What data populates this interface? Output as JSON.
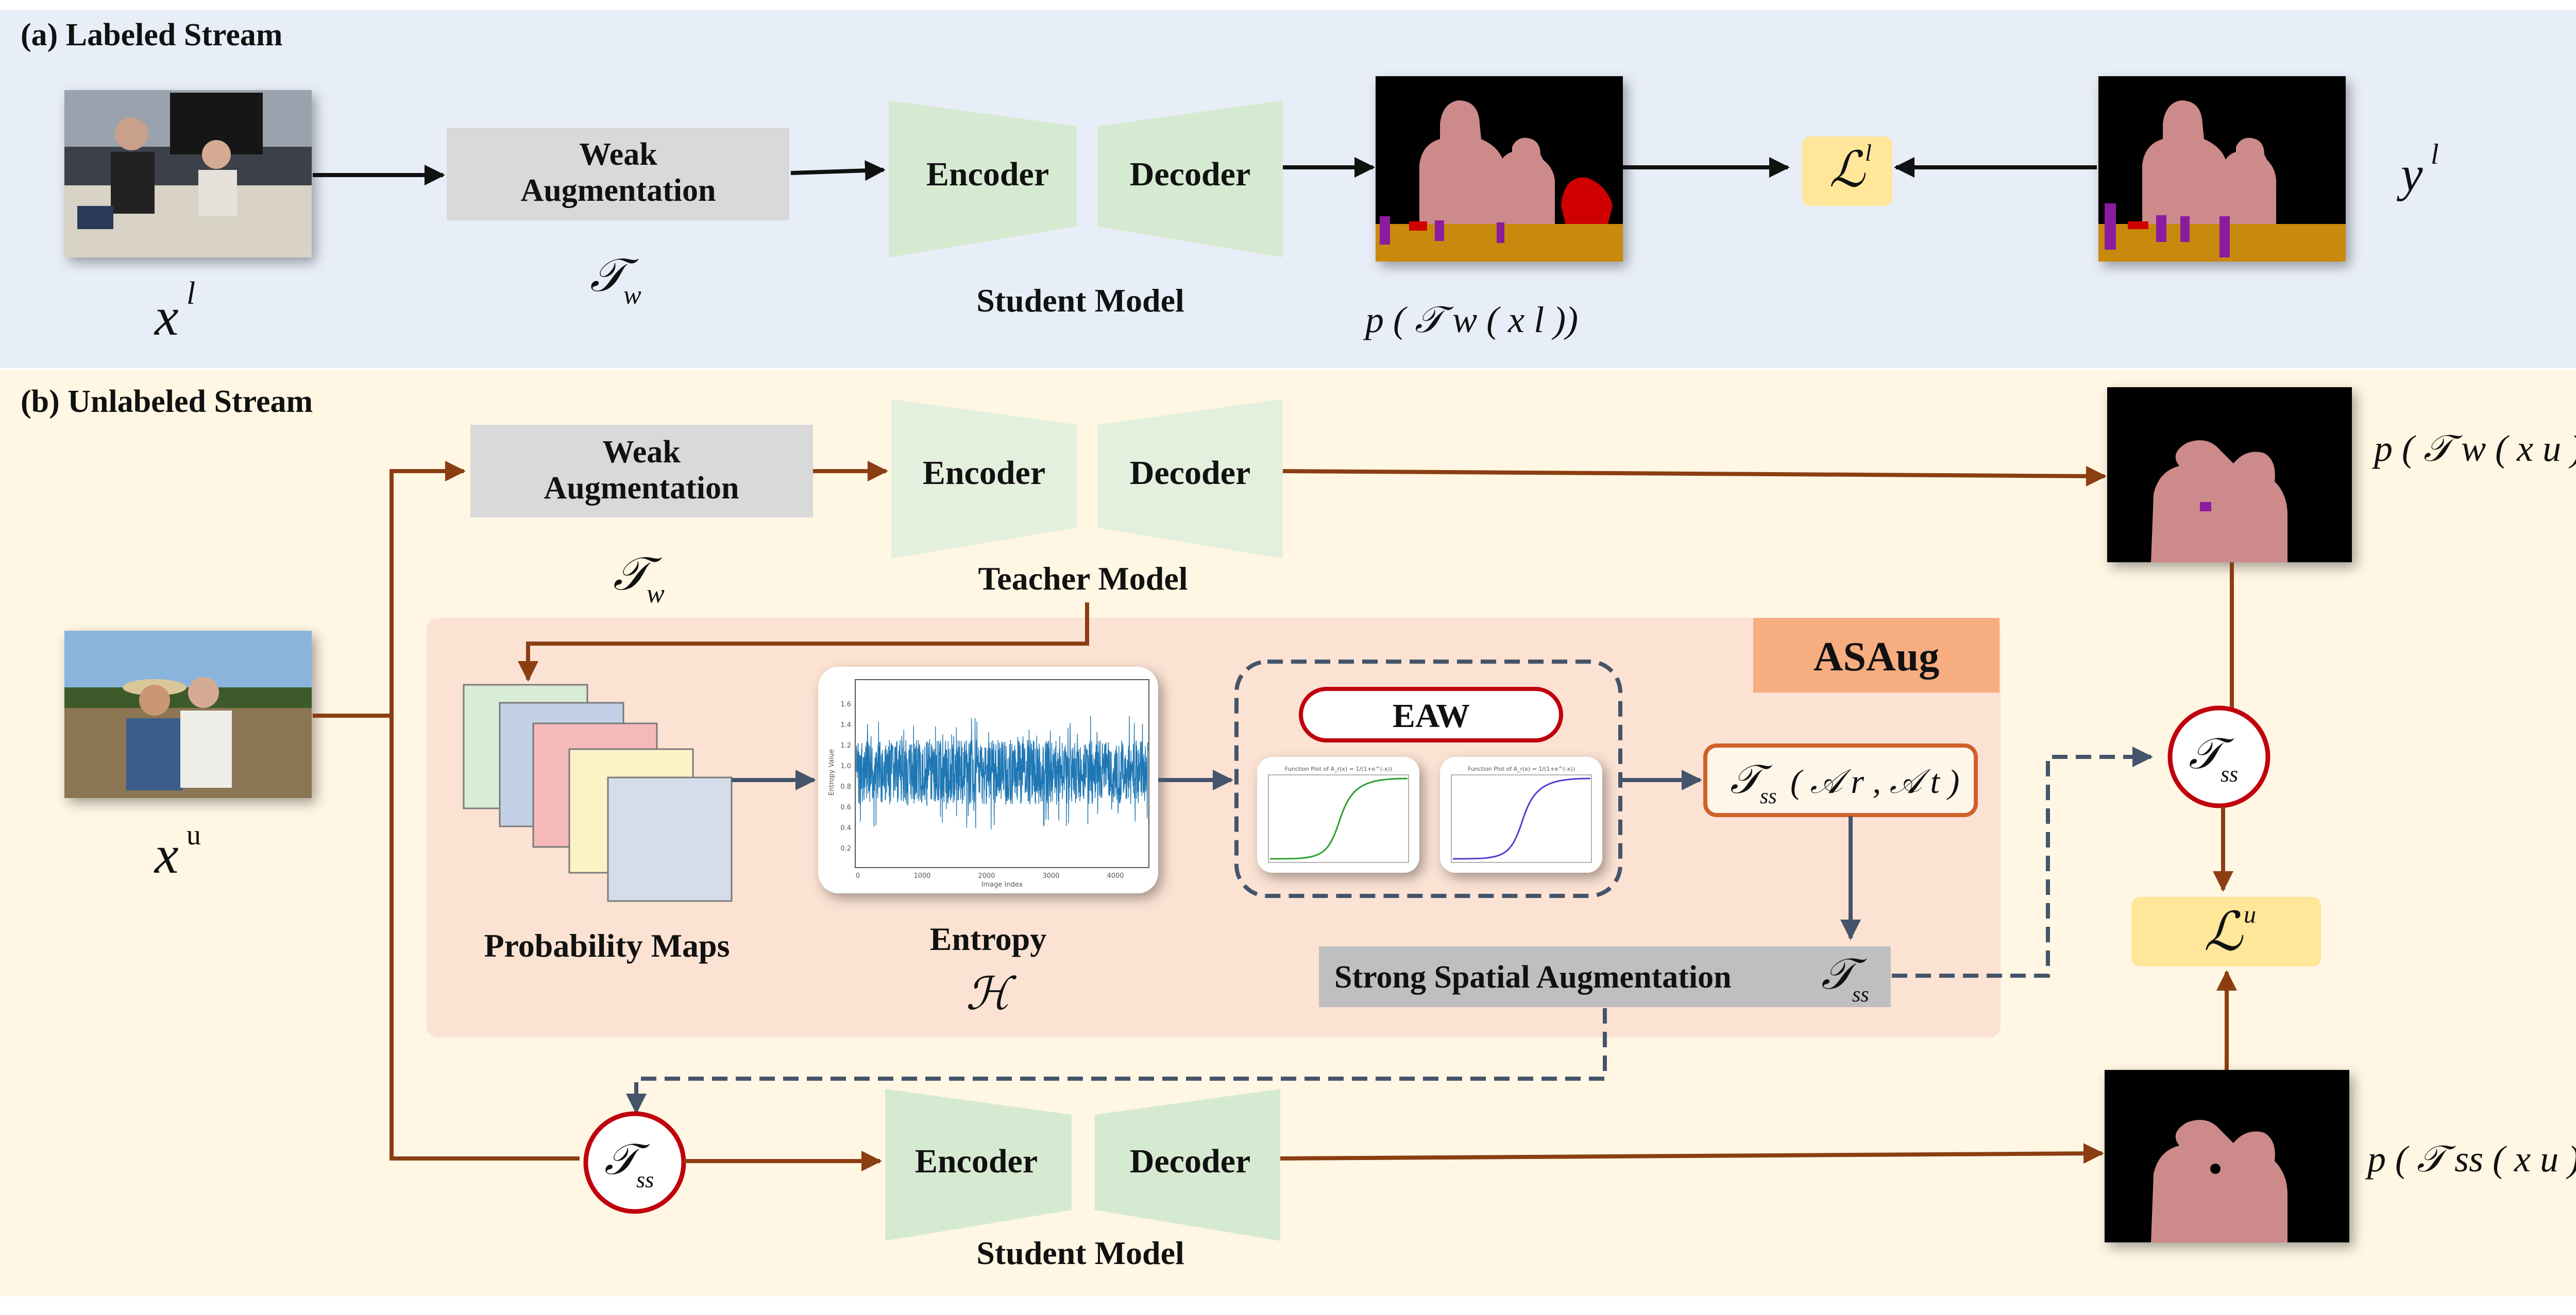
{
  "sections": {
    "labeled_title": "(a) Labeled Stream",
    "unlabeled_title": "(b) Unlabeled Stream"
  },
  "labeled": {
    "input_symbol": "x",
    "input_sup": "l",
    "weak_aug_line1": "Weak",
    "weak_aug_line2": "Augmentation",
    "weak_aug_symbol": "𝒯",
    "weak_aug_sub": "w",
    "encoder": "Encoder",
    "decoder": "Decoder",
    "model_label": "Student Model",
    "pred_expr": "p ( 𝒯 w ( x l ))",
    "loss_symbol": "ℒ",
    "loss_sup": "l",
    "gt_symbol": "y",
    "gt_sup": "l"
  },
  "unlabeled": {
    "input_symbol": "x",
    "input_sup": "u",
    "weak_aug_line1": "Weak",
    "weak_aug_line2": "Augmentation",
    "weak_aug_symbol": "𝒯",
    "weak_aug_sub": "w",
    "teacher_encoder": "Encoder",
    "teacher_decoder": "Decoder",
    "teacher_label": "Teacher Model",
    "teacher_pred_expr": "p ( 𝒯 w ( x u ))",
    "ss_symbol": "𝒯",
    "ss_sub": "ss",
    "loss_symbol": "ℒ",
    "loss_sup": "u",
    "student_encoder": "Encoder",
    "student_decoder": "Decoder",
    "student_label": "Student Model",
    "student_pred_expr": "p ( 𝒯 ss ( x u ))"
  },
  "asaug": {
    "title": "ASAug",
    "prob_maps_label": "Probability Maps",
    "entropy_label": "Entropy",
    "entropy_symbol": "ℋ",
    "eaw_label": "EAW",
    "mini_plot_title": "Function Plot of A_r(x) = 1/(1+e^(-x))",
    "func_symbol": "𝒯",
    "func_sub": "ss",
    "func_args": "( 𝒜 r , 𝒜 t )",
    "strong_aug_label": "Strong Spatial Augmentation",
    "strong_aug_symbol": "𝒯",
    "strong_aug_sub": "ss"
  },
  "entropy_plot": {
    "y_ticks": [
      "1.6",
      "1.4",
      "1.2",
      "1.0",
      "0.8",
      "0.6",
      "0.4",
      "0.2"
    ],
    "x_ticks": [
      "0",
      "1000",
      "2000",
      "3000",
      "4000"
    ],
    "ylabel": "Entropy Value",
    "xlabel": "Image Index"
  },
  "colors": {
    "labeled_bg": "#e8eef8",
    "unlabeled_bg": "#fff6e3",
    "asaug_bg": "#fbe2d3",
    "asaug_title_bg": "#f6ad80",
    "aug_box": "#d9d9d9",
    "model_green": "#d6ead1",
    "loss_yellow": "#ffe699",
    "brown_arrow": "#8b3e12",
    "dashed_arrow": "#44546a",
    "red_circle": "#c0000c",
    "orange_border": "#d0612a",
    "entropy_blue": "#1f77b4",
    "mask_person": "#cc8a8a",
    "mask_table": "#c88a0a",
    "mask_bottle": "#8b1ea0",
    "mask_red": "#d00000"
  },
  "icons": [
    "photo-labeled",
    "photo-unlabeled",
    "segmentation-mask"
  ]
}
